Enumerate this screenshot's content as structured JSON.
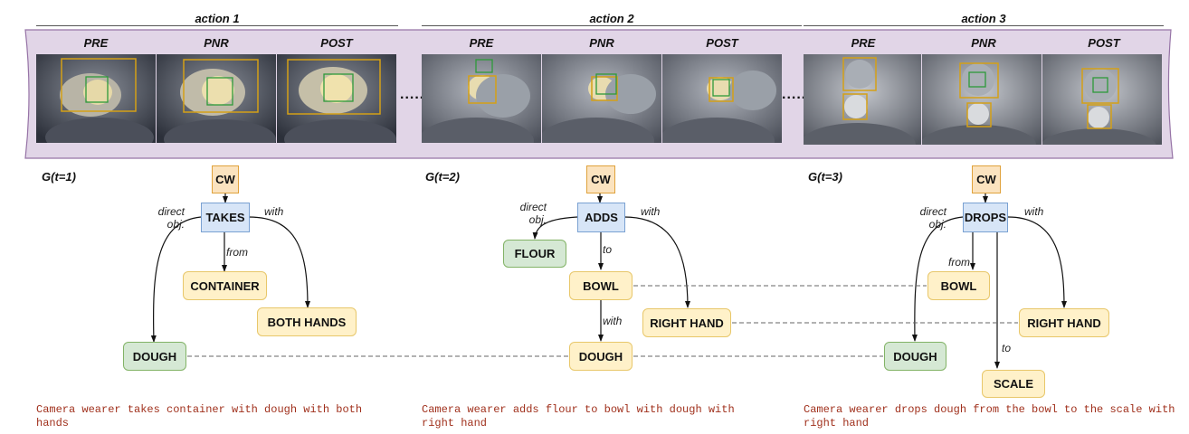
{
  "actions": [
    {
      "title": "action 1",
      "frame_labels": [
        "PRE",
        "PNR",
        "POST"
      ],
      "graph_label": "G(t=1)",
      "actor": "CW",
      "verb": "TAKES",
      "edge_labels": {
        "direct_obj": "direct\nobj.",
        "with": "with",
        "from": "from"
      },
      "nodes": {
        "container": "CONTAINER",
        "both_hands": "BOTH HANDS",
        "dough": "DOUGH"
      },
      "caption": "Camera wearer takes container with dough with both hands"
    },
    {
      "title": "action 2",
      "frame_labels": [
        "PRE",
        "PNR",
        "POST"
      ],
      "graph_label": "G(t=2)",
      "actor": "CW",
      "verb": "ADDS",
      "edge_labels": {
        "direct_obj": "direct\nobj.",
        "with": "with",
        "to": "to",
        "with2": "with"
      },
      "nodes": {
        "flour": "FLOUR",
        "bowl": "BOWL",
        "right_hand": "RIGHT HAND",
        "dough": "DOUGH"
      },
      "caption": "Camera wearer adds flour to bowl with dough with right hand"
    },
    {
      "title": "action 3",
      "frame_labels": [
        "PRE",
        "PNR",
        "POST"
      ],
      "graph_label": "G(t=3)",
      "actor": "CW",
      "verb": "DROPS",
      "edge_labels": {
        "direct_obj": "direct\nobj.",
        "with": "with",
        "from": "from",
        "to": "to"
      },
      "nodes": {
        "bowl": "BOWL",
        "right_hand": "RIGHT HAND",
        "dough": "DOUGH",
        "scale": "SCALE"
      },
      "caption": "Camera wearer drops dough from the bowl to the scale with right hand"
    }
  ],
  "colors": {
    "band": "#e1d5e7",
    "band_border": "#9673a6",
    "box_yellow": "#d4a017",
    "box_green": "#2e9a3a",
    "caption": "#a0301c"
  }
}
